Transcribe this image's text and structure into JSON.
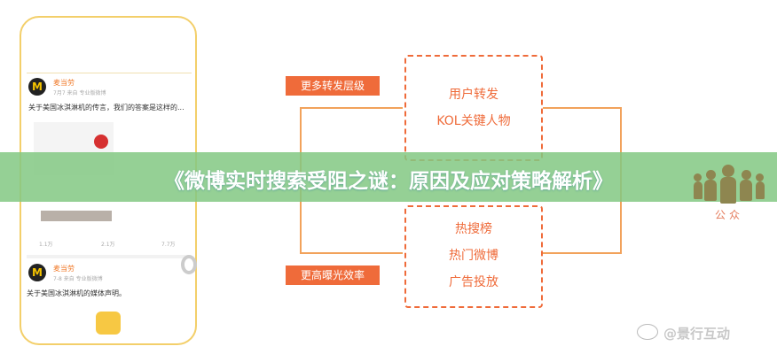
{
  "phone": {
    "posts": [
      {
        "user": "麦当劳",
        "meta": "7月7 来自 专业版微博",
        "text": "关于美国冰淇淋机的传言，我们的答案是这样的...",
        "stats": [
          "1.1万",
          "2.1万",
          "7.7万"
        ]
      },
      {
        "user": "麦当劳",
        "meta": "7-8 来自 专业版微博",
        "text": "关于美国冰淇淋机的媒体声明。"
      }
    ]
  },
  "diagram": {
    "label_top": "更多转发层级",
    "label_bottom": "更高曝光效率",
    "box_top": [
      "用户转发",
      "KOL关键人物"
    ],
    "box_bottom": [
      "热搜榜",
      "热门微博",
      "广告投放"
    ],
    "audience": "公众"
  },
  "banner": {
    "title": "《微博实时搜索受阻之谜：原因及应对策略解析》"
  },
  "watermark": "@景行互动",
  "colors": {
    "accent": "#ef6b3a",
    "banner": "#82c882",
    "phone_border": "#f3cf6a"
  }
}
